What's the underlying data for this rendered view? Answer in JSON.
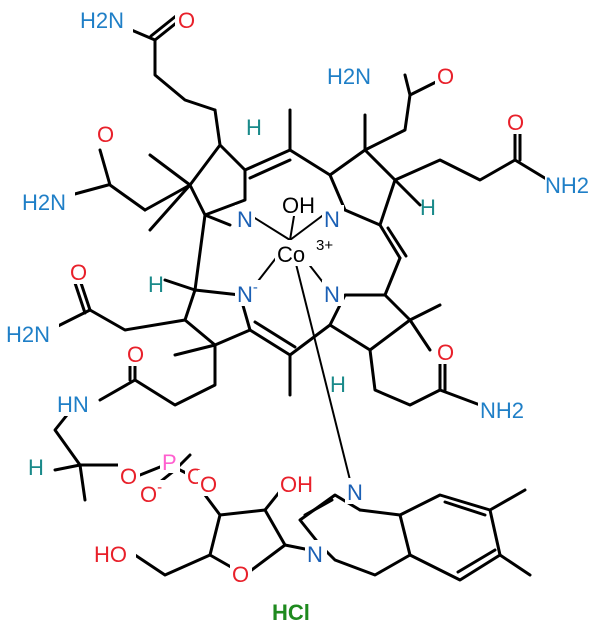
{
  "molecule": {
    "labels": {
      "nh2": "NH2",
      "h2n": "H2N",
      "o": "O",
      "n": "N",
      "oh": "OH",
      "ho": "HO",
      "h": "H",
      "co": "Co",
      "co_charge": "3+",
      "n_minus": "N-",
      "hn": "HN",
      "p": "P",
      "o_minus": "O-"
    },
    "salt": "HCl"
  },
  "colors": {
    "amide_n": "#1f7fc7",
    "oxygen": "#e8202a",
    "hydrogen": "#1a8a8a",
    "ring_n": "#1a5fb4",
    "phosphorus": "#ff5fcf",
    "salt": "#1e8a1e"
  }
}
